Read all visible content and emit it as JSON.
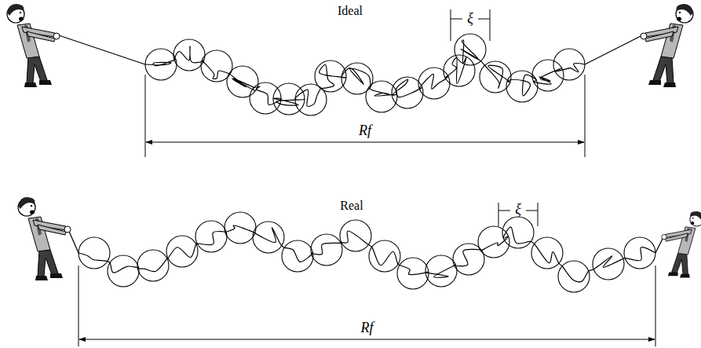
{
  "diagram": {
    "labels": [
      "Ideal",
      "ξ",
      "Rf",
      "Real",
      "ξ",
      "Rf"
    ]
  }
}
